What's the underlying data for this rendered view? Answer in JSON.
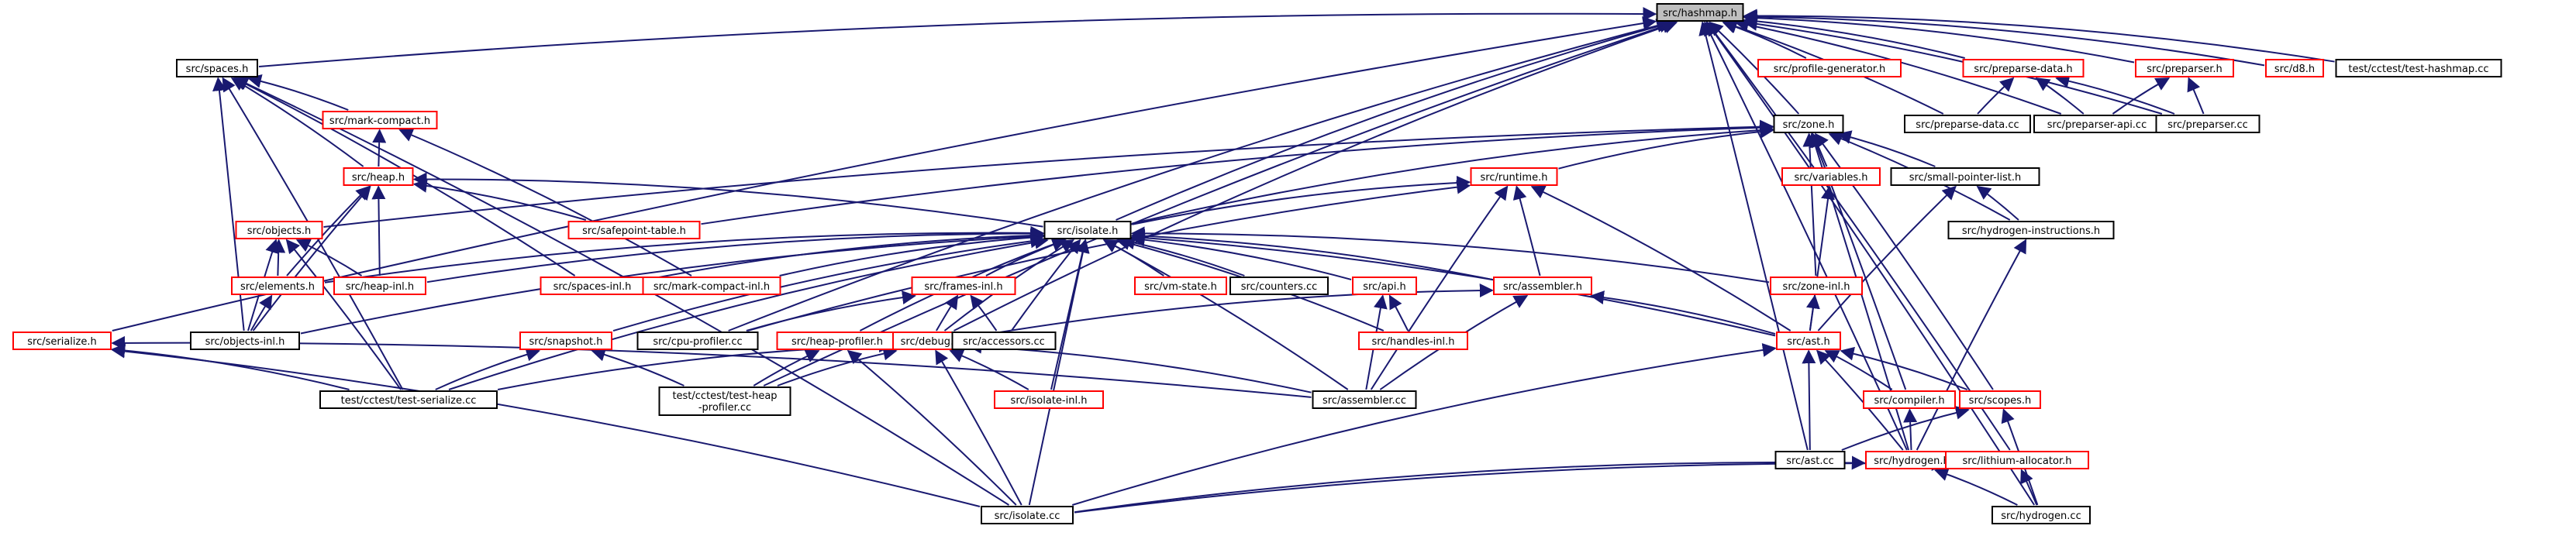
{
  "colors": {
    "edge": "#191970",
    "border_default": "#000000",
    "border_truncated": "#ff0000",
    "fill_root": "#bfbfbf",
    "fill_default": "#ffffff"
  },
  "nodes": [
    {
      "id": "hashmap",
      "label": "src/hashmap.h",
      "kind": "root"
    },
    {
      "id": "spaces_h",
      "label": "src/spaces.h",
      "kind": "normal"
    },
    {
      "id": "profile_generator",
      "label": "src/profile-generator.h",
      "kind": "truncated"
    },
    {
      "id": "preparse_data_h",
      "label": "src/preparse-data.h",
      "kind": "truncated"
    },
    {
      "id": "preparser_h",
      "label": "src/preparser.h",
      "kind": "truncated"
    },
    {
      "id": "d8",
      "label": "src/d8.h",
      "kind": "truncated"
    },
    {
      "id": "test_hashmap",
      "label": "test/cctest/test-hashmap.cc",
      "kind": "normal"
    },
    {
      "id": "mark_compact_h",
      "label": "src/mark-compact.h",
      "kind": "truncated"
    },
    {
      "id": "zone_h",
      "label": "src/zone.h",
      "kind": "normal"
    },
    {
      "id": "preparse_data_cc",
      "label": "src/preparse-data.cc",
      "kind": "normal"
    },
    {
      "id": "preparser_api",
      "label": "src/preparser-api.cc",
      "kind": "normal"
    },
    {
      "id": "preparser_cc",
      "label": "src/preparser.cc",
      "kind": "normal"
    },
    {
      "id": "heap_h",
      "label": "src/heap.h",
      "kind": "truncated"
    },
    {
      "id": "runtime_h",
      "label": "src/runtime.h",
      "kind": "truncated"
    },
    {
      "id": "variables_h",
      "label": "src/variables.h",
      "kind": "truncated"
    },
    {
      "id": "small_pointer_list",
      "label": "src/small-pointer-list.h",
      "kind": "normal"
    },
    {
      "id": "objects_h",
      "label": "src/objects.h",
      "kind": "truncated"
    },
    {
      "id": "safepoint_table",
      "label": "src/safepoint-table.h",
      "kind": "truncated"
    },
    {
      "id": "isolate_h",
      "label": "src/isolate.h",
      "kind": "normal"
    },
    {
      "id": "hydrogen_instr",
      "label": "src/hydrogen-instructions.h",
      "kind": "normal"
    },
    {
      "id": "elements_h",
      "label": "src/elements.h",
      "kind": "truncated"
    },
    {
      "id": "heap_inl",
      "label": "src/heap-inl.h",
      "kind": "truncated"
    },
    {
      "id": "spaces_inl",
      "label": "src/spaces-inl.h",
      "kind": "truncated"
    },
    {
      "id": "mark_compact_inl",
      "label": "src/mark-compact-inl.h",
      "kind": "truncated"
    },
    {
      "id": "frames_inl",
      "label": "src/frames-inl.h",
      "kind": "truncated"
    },
    {
      "id": "vm_state",
      "label": "src/vm-state.h",
      "kind": "truncated"
    },
    {
      "id": "counters",
      "label": "src/counters.cc",
      "kind": "normal"
    },
    {
      "id": "api_h",
      "label": "src/api.h",
      "kind": "truncated"
    },
    {
      "id": "assembler_h",
      "label": "src/assembler.h",
      "kind": "truncated"
    },
    {
      "id": "zone_inl",
      "label": "src/zone-inl.h",
      "kind": "truncated"
    },
    {
      "id": "objects_inl",
      "label": "src/objects-inl.h",
      "kind": "normal"
    },
    {
      "id": "serialize_h",
      "label": "src/serialize.h",
      "kind": "truncated"
    },
    {
      "id": "snapshot_h",
      "label": "src/snapshot.h",
      "kind": "truncated"
    },
    {
      "id": "cpu_profiler",
      "label": "src/cpu-profiler.cc",
      "kind": "normal"
    },
    {
      "id": "heap_profiler",
      "label": "src/heap-profiler.h",
      "kind": "truncated"
    },
    {
      "id": "debug_h",
      "label": "src/debug.h",
      "kind": "truncated"
    },
    {
      "id": "accessors",
      "label": "src/accessors.cc",
      "kind": "normal"
    },
    {
      "id": "handles_inl",
      "label": "src/handles-inl.h",
      "kind": "truncated"
    },
    {
      "id": "ast_h",
      "label": "src/ast.h",
      "kind": "truncated"
    },
    {
      "id": "test_serialize",
      "label": "test/cctest/test-serialize.cc",
      "kind": "normal"
    },
    {
      "id": "test_heap_profiler",
      "label": "test/cctest/test-heap\n-profiler.cc",
      "kind": "normal"
    },
    {
      "id": "isolate_inl",
      "label": "src/isolate-inl.h",
      "kind": "truncated"
    },
    {
      "id": "assembler_cc",
      "label": "src/assembler.cc",
      "kind": "normal"
    },
    {
      "id": "compiler_h",
      "label": "src/compiler.h",
      "kind": "truncated"
    },
    {
      "id": "scopes_h",
      "label": "src/scopes.h",
      "kind": "truncated"
    },
    {
      "id": "ast_cc",
      "label": "src/ast.cc",
      "kind": "normal"
    },
    {
      "id": "hydrogen_h",
      "label": "src/hydrogen.h",
      "kind": "truncated"
    },
    {
      "id": "lithium_alloc",
      "label": "src/lithium-allocator.h",
      "kind": "truncated"
    },
    {
      "id": "isolate_cc",
      "label": "src/isolate.cc",
      "kind": "normal"
    },
    {
      "id": "hydrogen_cc",
      "label": "src/hydrogen.cc",
      "kind": "normal"
    }
  ],
  "edges": [
    [
      "spaces_h",
      "hashmap"
    ],
    [
      "profile_generator",
      "hashmap"
    ],
    [
      "preparse_data_h",
      "hashmap"
    ],
    [
      "preparser_h",
      "hashmap"
    ],
    [
      "d8",
      "hashmap"
    ],
    [
      "test_hashmap",
      "hashmap"
    ],
    [
      "zone_h",
      "hashmap"
    ],
    [
      "preparse_data_cc",
      "hashmap"
    ],
    [
      "preparser_api",
      "hashmap"
    ],
    [
      "preparser_cc",
      "hashmap"
    ],
    [
      "isolate_h",
      "hashmap"
    ],
    [
      "serialize_h",
      "hashmap"
    ],
    [
      "cpu_profiler",
      "hashmap"
    ],
    [
      "test_heap_profiler",
      "hashmap"
    ],
    [
      "ast_cc",
      "hashmap"
    ],
    [
      "hydrogen_h",
      "hashmap"
    ],
    [
      "lithium_alloc",
      "hashmap"
    ],
    [
      "hydrogen_cc",
      "hashmap"
    ],
    [
      "debug_h",
      "hashmap"
    ],
    [
      "mark_compact_h",
      "spaces_h"
    ],
    [
      "heap_h",
      "spaces_h"
    ],
    [
      "spaces_inl",
      "spaces_h"
    ],
    [
      "objects_inl",
      "spaces_h"
    ],
    [
      "test_serialize",
      "spaces_h"
    ],
    [
      "isolate_cc",
      "spaces_h"
    ],
    [
      "preparse_data_cc",
      "preparse_data_h"
    ],
    [
      "preparser_api",
      "preparse_data_h"
    ],
    [
      "preparser_cc",
      "preparse_data_h"
    ],
    [
      "preparser_api",
      "preparser_h"
    ],
    [
      "preparser_cc",
      "preparser_h"
    ],
    [
      "heap_h",
      "mark_compact_h"
    ],
    [
      "mark_compact_inl",
      "mark_compact_h"
    ],
    [
      "runtime_h",
      "zone_h"
    ],
    [
      "variables_h",
      "zone_h"
    ],
    [
      "small_pointer_list",
      "zone_h"
    ],
    [
      "isolate_h",
      "zone_h"
    ],
    [
      "hydrogen_instr",
      "zone_h"
    ],
    [
      "zone_inl",
      "zone_h"
    ],
    [
      "compiler_h",
      "zone_h"
    ],
    [
      "scopes_h",
      "zone_h"
    ],
    [
      "hydrogen_h",
      "zone_h"
    ],
    [
      "objects_h",
      "zone_h"
    ],
    [
      "safepoint_table",
      "zone_h"
    ],
    [
      "isolate_h",
      "heap_h"
    ],
    [
      "safepoint_table",
      "heap_h"
    ],
    [
      "heap_inl",
      "heap_h"
    ],
    [
      "elements_h",
      "heap_h"
    ],
    [
      "objects_inl",
      "heap_h"
    ],
    [
      "isolate_h",
      "runtime_h"
    ],
    [
      "assembler_h",
      "runtime_h"
    ],
    [
      "assembler_cc",
      "runtime_h"
    ],
    [
      "ast_h",
      "runtime_h"
    ],
    [
      "cpu_profiler",
      "runtime_h"
    ],
    [
      "ast_h",
      "variables_h"
    ],
    [
      "ast_h",
      "small_pointer_list"
    ],
    [
      "hydrogen_instr",
      "small_pointer_list"
    ],
    [
      "elements_h",
      "objects_h"
    ],
    [
      "heap_inl",
      "objects_h"
    ],
    [
      "objects_inl",
      "objects_h"
    ],
    [
      "test_serialize",
      "objects_h"
    ],
    [
      "hydrogen_h",
      "hydrogen_instr"
    ],
    [
      "elements_h",
      "isolate_h"
    ],
    [
      "heap_inl",
      "isolate_h"
    ],
    [
      "spaces_inl",
      "isolate_h"
    ],
    [
      "mark_compact_inl",
      "isolate_h"
    ],
    [
      "frames_inl",
      "isolate_h"
    ],
    [
      "vm_state",
      "isolate_h"
    ],
    [
      "counters",
      "isolate_h"
    ],
    [
      "api_h",
      "isolate_h"
    ],
    [
      "assembler_h",
      "isolate_h"
    ],
    [
      "zone_inl",
      "isolate_h"
    ],
    [
      "objects_inl",
      "isolate_h"
    ],
    [
      "snapshot_h",
      "isolate_h"
    ],
    [
      "heap_profiler",
      "isolate_h"
    ],
    [
      "debug_h",
      "isolate_h"
    ],
    [
      "accessors",
      "isolate_h"
    ],
    [
      "handles_inl",
      "isolate_h"
    ],
    [
      "ast_h",
      "isolate_h"
    ],
    [
      "test_serialize",
      "isolate_h"
    ],
    [
      "isolate_inl",
      "isolate_h"
    ],
    [
      "assembler_cc",
      "isolate_h"
    ],
    [
      "isolate_cc",
      "isolate_h"
    ],
    [
      "objects_inl",
      "elements_h"
    ],
    [
      "debug_h",
      "frames_inl"
    ],
    [
      "accessors",
      "frames_inl"
    ],
    [
      "cpu_profiler",
      "frames_inl"
    ],
    [
      "handles_inl",
      "api_h"
    ],
    [
      "assembler_cc",
      "api_h"
    ],
    [
      "ast_h",
      "assembler_h"
    ],
    [
      "debug_h",
      "assembler_h"
    ],
    [
      "assembler_cc",
      "assembler_h"
    ],
    [
      "ast_h",
      "zone_inl"
    ],
    [
      "test_serialize",
      "serialize_h"
    ],
    [
      "assembler_cc",
      "serialize_h"
    ],
    [
      "isolate_cc",
      "serialize_h"
    ],
    [
      "test_serialize",
      "snapshot_h"
    ],
    [
      "test_heap_profiler",
      "snapshot_h"
    ],
    [
      "test_heap_profiler",
      "heap_profiler"
    ],
    [
      "isolate_cc",
      "heap_profiler"
    ],
    [
      "test_serialize",
      "debug_h"
    ],
    [
      "test_heap_profiler",
      "debug_h"
    ],
    [
      "isolate_inl",
      "debug_h"
    ],
    [
      "assembler_cc",
      "debug_h"
    ],
    [
      "isolate_cc",
      "debug_h"
    ],
    [
      "compiler_h",
      "ast_h"
    ],
    [
      "scopes_h",
      "ast_h"
    ],
    [
      "ast_cc",
      "ast_h"
    ],
    [
      "hydrogen_h",
      "ast_h"
    ],
    [
      "isolate_cc",
      "ast_h"
    ],
    [
      "hydrogen_h",
      "compiler_h"
    ],
    [
      "ast_cc",
      "scopes_h"
    ],
    [
      "hydrogen_cc",
      "scopes_h"
    ],
    [
      "isolate_cc",
      "hydrogen_h"
    ],
    [
      "hydrogen_cc",
      "hydrogen_h"
    ],
    [
      "isolate_cc",
      "lithium_alloc"
    ],
    [
      "hydrogen_cc",
      "lithium_alloc"
    ]
  ]
}
